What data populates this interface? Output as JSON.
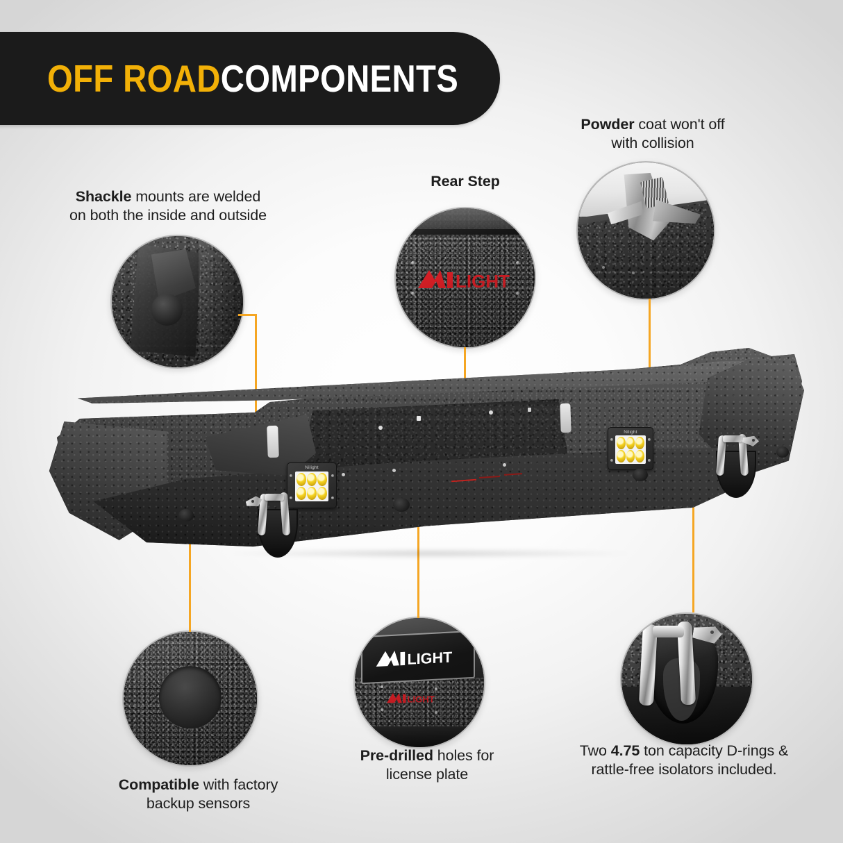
{
  "header": {
    "title_highlight": "OFF ROAD",
    "title_rest": "COMPONENTS",
    "highlight_color": "#F2B007",
    "rest_color": "#FFFFFF",
    "background_color": "#1B1B1B"
  },
  "theme": {
    "accent_color": "#F5A623",
    "text_color": "#1D1D1D",
    "background": "light gray radial gradient",
    "brand_red": "#D81F26",
    "brand_name": "Nilight"
  },
  "callouts": [
    {
      "id": "shackle",
      "bold": "Shackle",
      "rest": " mounts are welded\non both the inside and outside",
      "detail_image": "shackle-mount-closeup"
    },
    {
      "id": "rear-step",
      "bold": "Rear Step",
      "rest": "",
      "detail_image": "rear-step-closeup",
      "detail_logo": "NiLIGHT"
    },
    {
      "id": "powder-coat",
      "bold": "Powder",
      "rest": " coat won't off\nwith collision",
      "detail_image": "wrench-on-powdercoat-closeup"
    },
    {
      "id": "backup-sensor",
      "bold": "Compatible",
      "rest": " with factory\nbackup sensors",
      "detail_image": "backup-sensor-hole-closeup"
    },
    {
      "id": "license-plate",
      "bold": "Pre-drilled",
      "rest": " holes for\nlicense plate",
      "detail_image": "license-plate-closeup",
      "detail_logo_white": "NiLIGHT",
      "detail_logo_red": "NiLIGHT"
    },
    {
      "id": "d-rings",
      "prefix": "Two  ",
      "bold": "4.75",
      "rest": " ton capacity D-rings &\nrattle-free isolators included.",
      "detail_image": "d-ring-shackle-closeup"
    }
  ],
  "product": {
    "name": "rear-steel-bumper",
    "led_pods": [
      {
        "brand": "Nilight",
        "led_count": 6
      },
      {
        "brand": "Nilight",
        "led_count": 6
      }
    ],
    "d_ring_count": 2,
    "sensor_hole_count": 2
  }
}
